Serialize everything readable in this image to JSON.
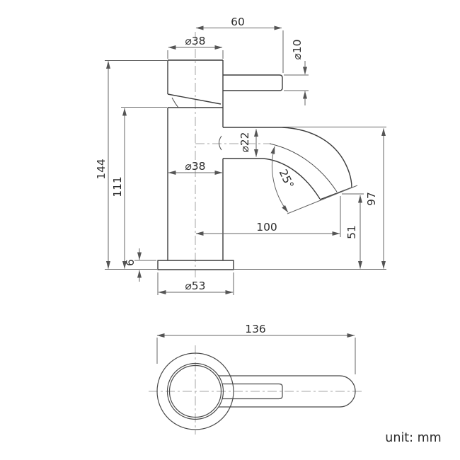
{
  "drawing": {
    "unit_note": "unit: mm",
    "side": {
      "dims": {
        "lever_length": "60",
        "cap_diameter": "⌀38",
        "lever_diameter": "⌀10",
        "overall_height": "144",
        "body_height": "111",
        "body_diameter": "⌀38",
        "spout_diameter": "⌀22",
        "spout_angle": "25°",
        "spout_reach": "100",
        "spout_height": "97",
        "outlet_height": "51",
        "base_thickness": "6",
        "base_diameter": "⌀53"
      }
    },
    "plan": {
      "dims": {
        "overall_length": "136"
      }
    },
    "colors": {
      "object_line": "#3d3d3d",
      "dimension_line": "#666666",
      "centerline": "#a6a6a6",
      "text": "#2c2c2c",
      "background": "#ffffff"
    }
  }
}
